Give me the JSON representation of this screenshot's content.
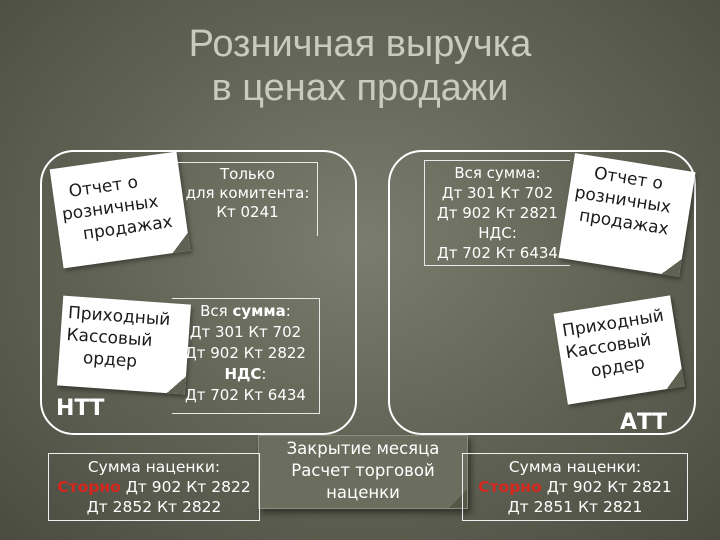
{
  "title": {
    "line1": "Розничная выручка",
    "line2": "в ценах продажи"
  },
  "left": {
    "report_card": [
      "Отчет о",
      "розничных",
      "продажах"
    ],
    "commission_note": [
      "Только",
      "для комитента:",
      "Кт 0241"
    ],
    "receipt_card": [
      "Приходный",
      "Кассовый",
      "ордер"
    ],
    "sum_note": {
      "line1_prefix": "Вся ",
      "line1_bold": "сумма",
      "line1_suffix": ":",
      "line2": "Дт 301 Кт 702",
      "line3": "Дт 902 Кт 2822",
      "vat_bold": "НДС",
      "vat_suffix": ":",
      "line5": "Дт 702 Кт 6434"
    },
    "label": "НТТ"
  },
  "right": {
    "sum_note": [
      "Вся сумма:",
      "Дт 301 Кт 702",
      "Дт 902 Кт 2821",
      "НДС:",
      "Дт 702 Кт 6434"
    ],
    "report_card": [
      "Отчет о",
      "розничных",
      "продажах"
    ],
    "receipt_card": [
      "Приходный",
      "Кассовый",
      "ордер"
    ],
    "label": "АТТ"
  },
  "center_card": [
    "Закрытие месяца",
    "Расчет торговой",
    "наценки"
  ],
  "bottom_left": {
    "line1": "Сумма наценки:",
    "storno": "Сторно",
    "line2_rest": " Дт 902 Кт 2822",
    "line3": "Дт 2852 Кт 2822"
  },
  "bottom_right": {
    "line1": "Сумма наценки:",
    "storno": "Сторно",
    "line2_rest": " Дт 902 Кт 2821",
    "line3": "Дт 2851 Кт 2821"
  },
  "colors": {
    "background": "#5f6253",
    "title": "#c9cbbc",
    "storno": "#d7261e",
    "card": "#ffffff"
  }
}
